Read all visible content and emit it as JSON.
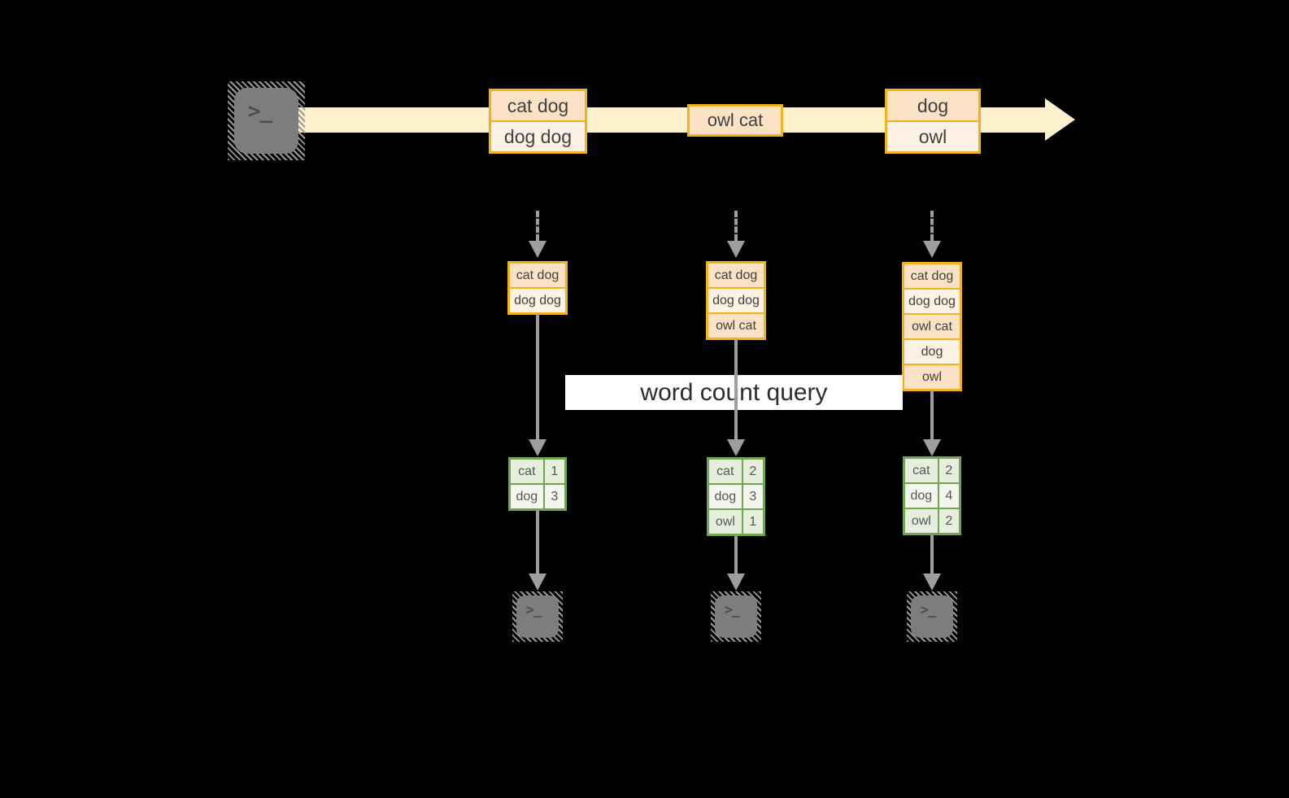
{
  "label": {
    "text": "word count query"
  },
  "colors": {
    "background": "#000000",
    "stream_band": "#fdf0cd",
    "event_border": "#f2b21c",
    "event_fill_dark": "#fbe2c5",
    "event_fill_light": "#fdf2e4",
    "result_border": "#6fa750",
    "result_fill_dark": "#e6eedd",
    "result_fill_light": "#f2f6ed",
    "arrow_gray": "#9e9e9e",
    "terminal_gray": "#7d7d7d",
    "text": "#3f3f3f"
  },
  "stream": {
    "events": [
      {
        "lines": [
          "cat dog",
          "dog dog"
        ]
      },
      {
        "lines": [
          "owl cat"
        ]
      },
      {
        "lines": [
          "dog",
          "owl"
        ]
      }
    ]
  },
  "columns": [
    {
      "input_rows": [
        "cat dog",
        "dog dog"
      ],
      "result_rows": [
        {
          "word": "cat",
          "count": "1"
        },
        {
          "word": "dog",
          "count": "3"
        }
      ]
    },
    {
      "input_rows": [
        "cat dog",
        "dog dog",
        "owl cat"
      ],
      "result_rows": [
        {
          "word": "cat",
          "count": "2"
        },
        {
          "word": "dog",
          "count": "3"
        },
        {
          "word": "owl",
          "count": "1"
        }
      ]
    },
    {
      "input_rows": [
        "cat dog",
        "dog dog",
        "owl cat",
        "dog",
        "owl"
      ],
      "result_rows": [
        {
          "word": "cat",
          "count": "2"
        },
        {
          "word": "dog",
          "count": "4"
        },
        {
          "word": "owl",
          "count": "2"
        }
      ]
    }
  ],
  "terminal": {
    "glyph": ">_"
  }
}
